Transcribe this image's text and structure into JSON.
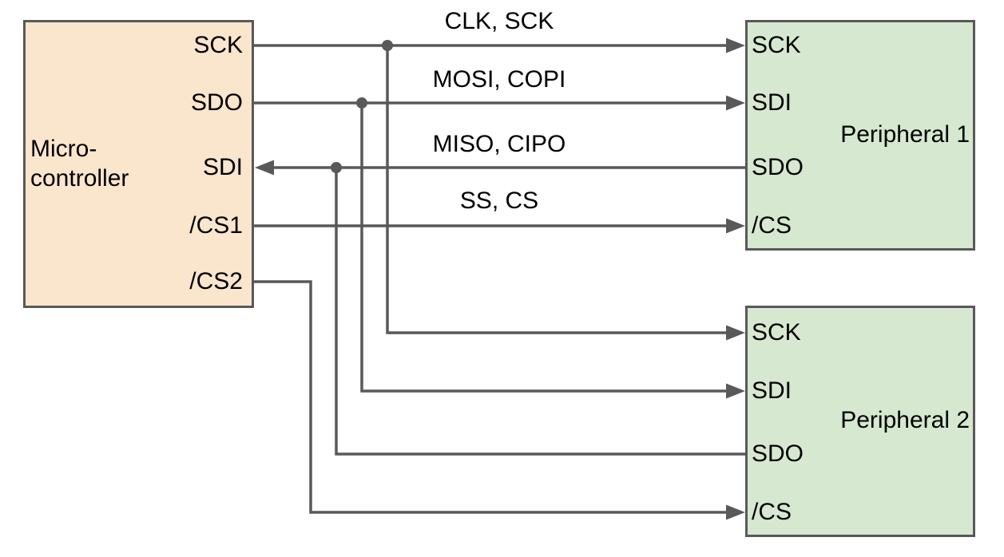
{
  "colors": {
    "controller_fill": "#FAE5CD",
    "peripheral_fill": "#D6E8D0",
    "box_stroke": "#595959",
    "wire": "#595959",
    "label_text": "#000000",
    "bg": "#FFFFFF"
  },
  "controller": {
    "title_lines": [
      "Micro-",
      "controller"
    ],
    "ports": [
      "SCK",
      "SDO",
      "SDI",
      "/CS1",
      "/CS2"
    ]
  },
  "peripheral1": {
    "title": "Peripheral 1",
    "ports": [
      "SCK",
      "SDI",
      "SDO",
      "/CS"
    ]
  },
  "peripheral2": {
    "title": "Peripheral 2",
    "ports": [
      "SCK",
      "SDI",
      "SDO",
      "/CS"
    ]
  },
  "bus_labels": {
    "clock": "CLK, SCK",
    "mosi": "MOSI, COPI",
    "miso": "MISO, CIPO",
    "cs": "SS, CS"
  }
}
